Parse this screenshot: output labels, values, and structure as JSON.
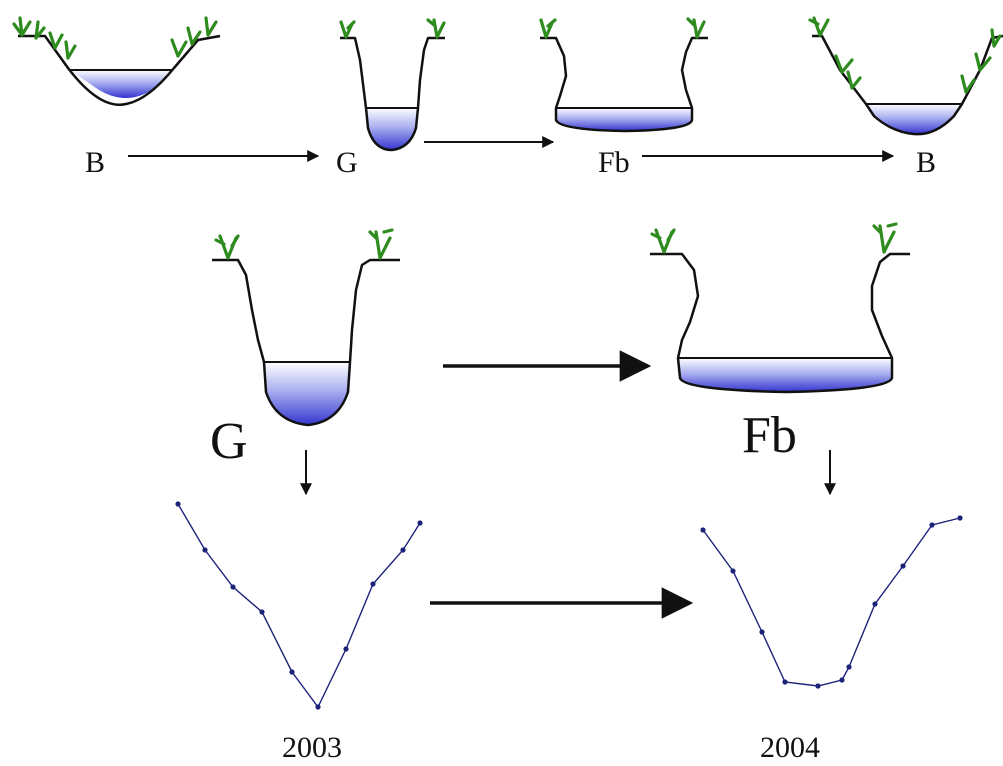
{
  "diagram": {
    "top_sequence": {
      "labels": [
        "B",
        "G",
        "Fb",
        "B"
      ]
    },
    "middle_stage": {
      "labels": [
        "G",
        "Fb"
      ]
    },
    "bottom_profiles": {
      "years": [
        "2003",
        "2004"
      ]
    },
    "colors": {
      "water_top": "#ffffff",
      "water_bottom": "#3b3bd6",
      "vegetation": "#2e8b1e",
      "profile_line": "#1e237a"
    },
    "icons": [
      "grass-tuft-icon",
      "arrow-right-icon",
      "arrow-down-icon"
    ]
  }
}
